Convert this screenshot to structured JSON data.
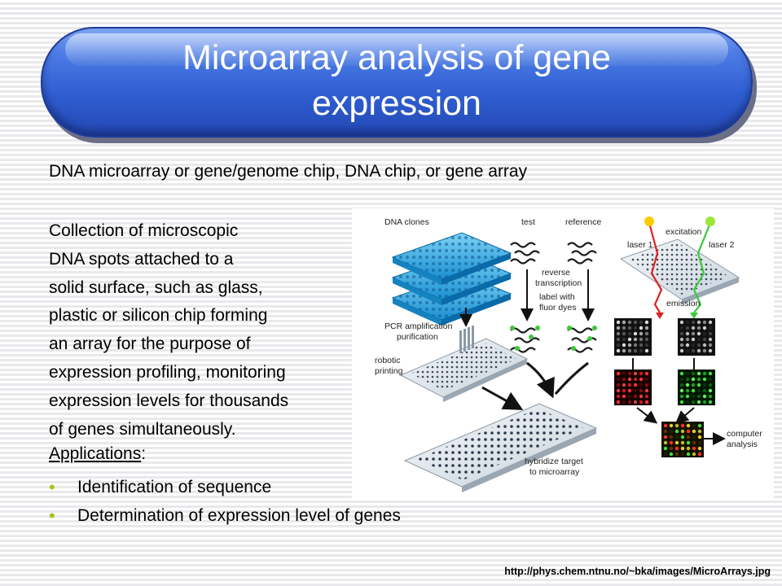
{
  "title": {
    "line1": "Microarray analysis of gene",
    "line2": "expression"
  },
  "subtitle": "DNA microarray or gene/genome chip, DNA chip, or gene array",
  "description_lines": [
    "Collection of microscopic",
    "DNA spots attached to a",
    "solid surface, such as glass,",
    "plastic or silicon chip forming",
    "an array for the purpose of",
    "expression profiling, monitoring",
    "expression levels for thousands",
    "of genes simultaneously."
  ],
  "applications": {
    "heading": "Applications",
    "colon": ":"
  },
  "bullets": [
    "Identification of sequence",
    "Determination of expression level of genes"
  ],
  "figure": {
    "labels": {
      "dna_clones": "DNA clones",
      "test": "test",
      "reference": "reference",
      "reverse": "reverse",
      "transcription": "transcription",
      "label_with": "label with",
      "fluor_dyes": "fluor dyes",
      "pcr_amp": "PCR amplification",
      "purification": "purification",
      "robotic": "robotic",
      "printing": "printing",
      "hybridize": "hybridize target",
      "to_microarray": "to microarray",
      "excitation": "excitation",
      "laser1": "laser 1",
      "laser2": "laser 2",
      "emission": "emission",
      "computer": "computer",
      "analysis": "analysis"
    }
  },
  "source": "http://phys.chem.ntnu.no/~bka/images/MicroArrays.jpg",
  "colors": {
    "title_blue": "#2f5fd2",
    "bullet": "#a4c51b",
    "red_dye": "#e02020",
    "green_dye": "#3cc83c"
  }
}
